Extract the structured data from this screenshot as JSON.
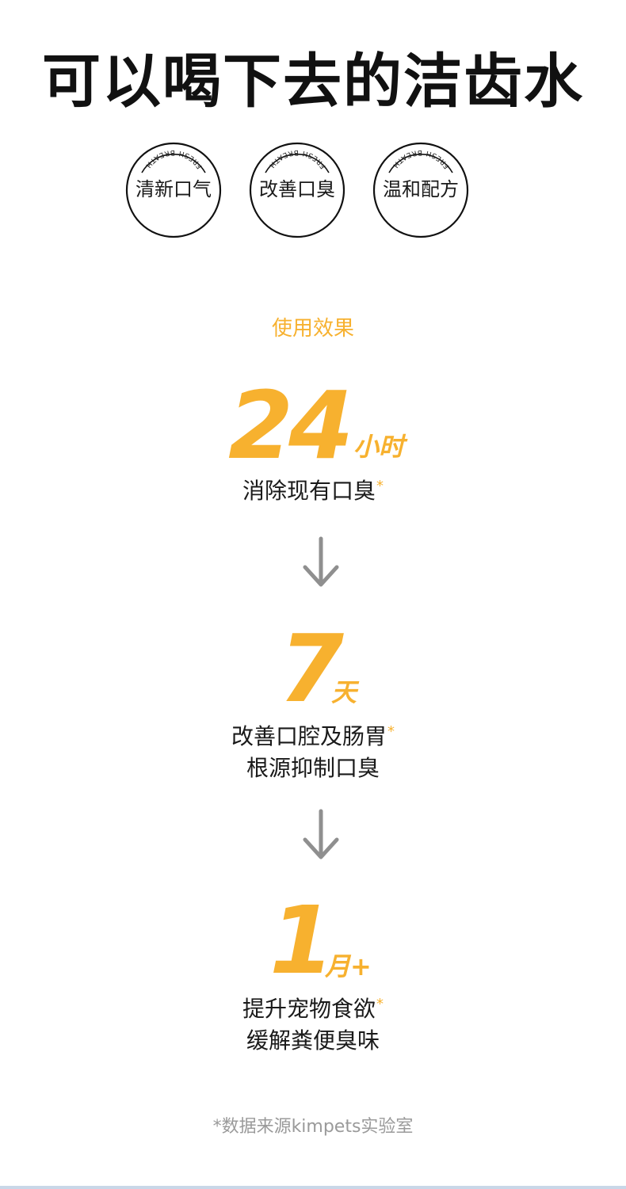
{
  "colors": {
    "accent": "#f7b12f",
    "text": "#1a1a1a",
    "arrow": "#8f8f8f",
    "footnote": "#9a9a9a",
    "bottom_line": "#c9d7e8"
  },
  "headline": "可以喝下去的洁齿水",
  "badges": [
    {
      "label": "清新口气",
      "ring_text": "FRESH BREATH"
    },
    {
      "label": "改善口臭",
      "ring_text": "FRESH BREATH"
    },
    {
      "label": "温和配方",
      "ring_text": "FRESH BREATH"
    }
  ],
  "section_title": "使用效果",
  "stats": [
    {
      "number": "24",
      "unit": "小时",
      "lines": [
        "消除现有口臭"
      ],
      "asterisk": "*"
    },
    {
      "number": "7",
      "unit": "天",
      "lines": [
        "改善口腔及肠胃",
        "根源抑制口臭"
      ],
      "asterisk": "*"
    },
    {
      "number": "1",
      "unit": "月+",
      "lines": [
        "提升宠物食欲",
        "缓解粪便臭味"
      ],
      "asterisk": "*"
    }
  ],
  "icons": {
    "arrow": "arrow-down-icon"
  },
  "footnote": "*数据来源kimpets实验室"
}
